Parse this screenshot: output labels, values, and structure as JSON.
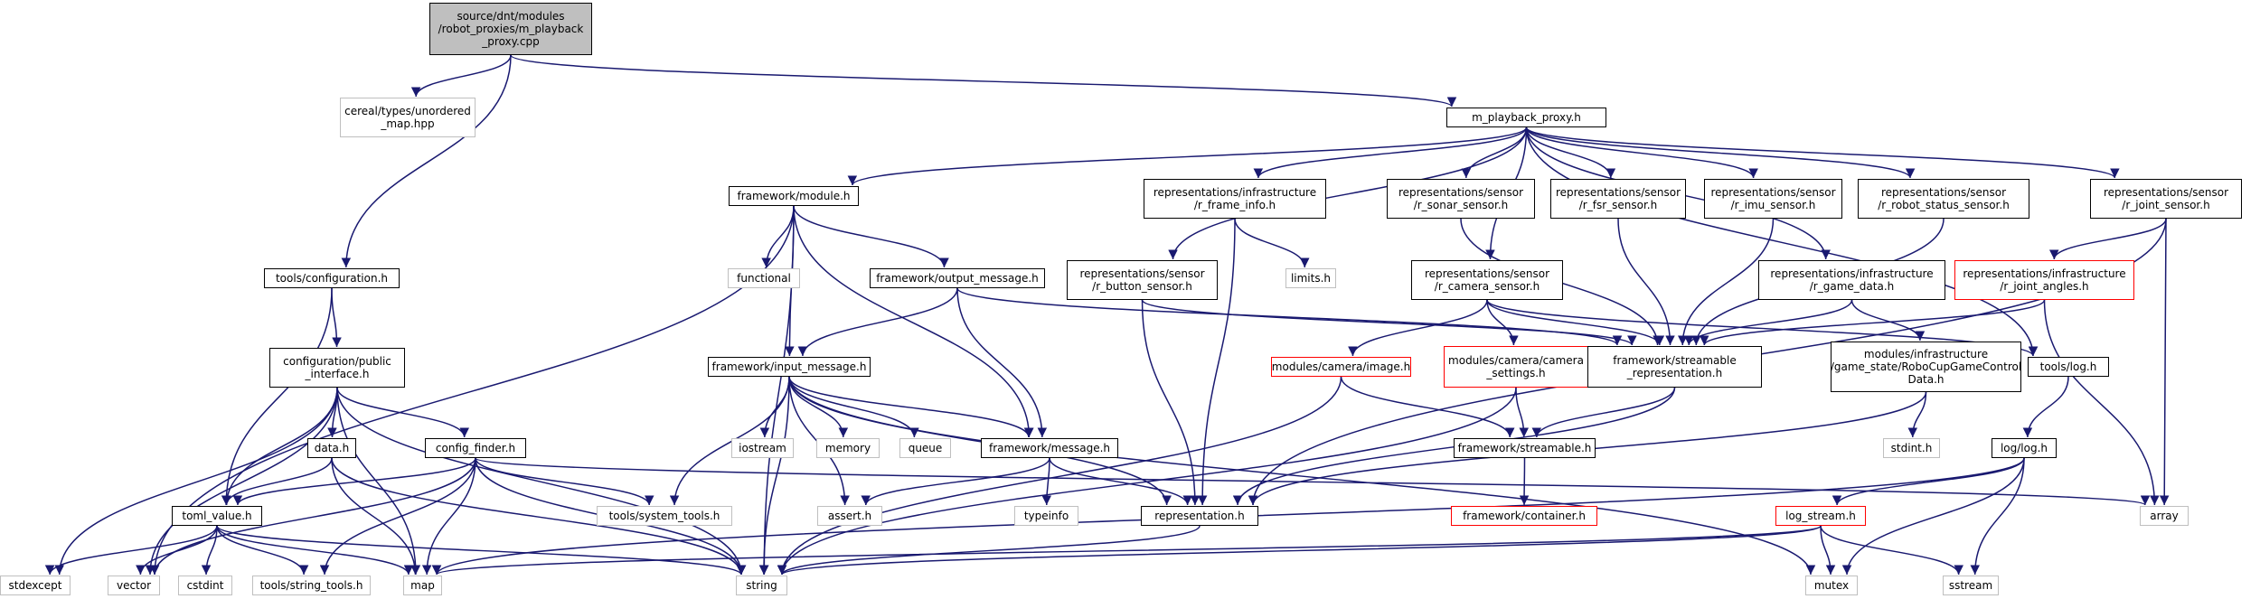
{
  "colors": {
    "edge": "#191970",
    "node_border": "#000000",
    "external_border": "#bfbfbf",
    "truncated_border": "#ff0000",
    "root_fill": "#bfbfbf",
    "background": "#ffffff"
  },
  "nodes": {
    "root": "source/dnt/modules\n/robot_proxies/m_playback\n_proxy.cpp",
    "cereal_map": "cereal/types/unordered\n_map.hpp",
    "m_playback_h": "m_playback_proxy.h",
    "module_h": "framework/module.h",
    "r_frame_info": "representations/infrastructure\n/r_frame_info.h",
    "r_sonar": "representations/sensor\n/r_sonar_sensor.h",
    "r_fsr": "representations/sensor\n/r_fsr_sensor.h",
    "r_imu": "representations/sensor\n/r_imu_sensor.h",
    "r_robot_status": "representations/sensor\n/r_robot_status_sensor.h",
    "r_joint": "representations/sensor\n/r_joint_sensor.h",
    "configuration_h": "tools/configuration.h",
    "functional": "functional",
    "output_message": "framework/output_message.h",
    "r_button": "representations/sensor\n/r_button_sensor.h",
    "limits": "limits.h",
    "r_camera": "representations/sensor\n/r_camera_sensor.h",
    "r_game_data": "representations/infrastructure\n/r_game_data.h",
    "r_joint_angles": "representations/infrastructure\n/r_joint_angles.h",
    "config_public": "configuration/public\n_interface.h",
    "input_message": "framework/input_message.h",
    "camera_image": "modules/camera/image.h",
    "camera_settings": "modules/camera/camera\n_settings.h",
    "streamable_repr": "framework/streamable\n_representation.h",
    "robocup_data": "modules/infrastructure\n/game_state/RoboCupGameControl\nData.h",
    "tools_log": "tools/log.h",
    "data_h": "data.h",
    "config_finder": "config_finder.h",
    "iostream": "iostream",
    "memory": "memory",
    "queue": "queue",
    "message_h": "framework/message.h",
    "streamable_h": "framework/streamable.h",
    "stdint_h": "stdint.h",
    "log_log": "log/log.h",
    "toml_value": "toml_value.h",
    "system_tools": "tools/system_tools.h",
    "assert_h": "assert.h",
    "typeinfo": "typeinfo",
    "representation_h": "representation.h",
    "container_h": "framework/container.h",
    "log_stream": "log_stream.h",
    "array": "array",
    "stdexcept": "stdexcept",
    "vector": "vector",
    "cstdint": "cstdint",
    "string_tools": "tools/string_tools.h",
    "map": "map",
    "string": "string",
    "mutex": "mutex",
    "sstream": "sstream"
  },
  "edges": [
    [
      "root",
      "cereal_map"
    ],
    [
      "root",
      "m_playback_h"
    ],
    [
      "root",
      "configuration_h"
    ],
    [
      "m_playback_h",
      "module_h"
    ],
    [
      "m_playback_h",
      "r_button"
    ],
    [
      "m_playback_h",
      "r_frame_info"
    ],
    [
      "m_playback_h",
      "r_sonar"
    ],
    [
      "m_playback_h",
      "r_fsr"
    ],
    [
      "m_playback_h",
      "r_imu"
    ],
    [
      "m_playback_h",
      "r_robot_status"
    ],
    [
      "m_playback_h",
      "r_joint"
    ],
    [
      "m_playback_h",
      "r_camera"
    ],
    [
      "m_playback_h",
      "r_game_data"
    ],
    [
      "m_playback_h",
      "tools_log"
    ],
    [
      "module_h",
      "functional"
    ],
    [
      "module_h",
      "output_message"
    ],
    [
      "module_h",
      "input_message"
    ],
    [
      "module_h",
      "message_h"
    ],
    [
      "module_h",
      "string"
    ],
    [
      "module_h",
      "vector"
    ],
    [
      "output_message",
      "input_message"
    ],
    [
      "output_message",
      "message_h"
    ],
    [
      "output_message",
      "streamable_repr"
    ],
    [
      "input_message",
      "iostream"
    ],
    [
      "input_message",
      "memory"
    ],
    [
      "input_message",
      "queue"
    ],
    [
      "input_message",
      "message_h"
    ],
    [
      "input_message",
      "representation_h"
    ],
    [
      "input_message",
      "string"
    ],
    [
      "input_message",
      "system_tools"
    ],
    [
      "input_message",
      "assert_h"
    ],
    [
      "input_message",
      "mutex"
    ],
    [
      "message_h",
      "assert_h"
    ],
    [
      "message_h",
      "typeinfo"
    ],
    [
      "message_h",
      "representation_h"
    ],
    [
      "r_frame_info",
      "limits"
    ],
    [
      "r_frame_info",
      "representation_h"
    ],
    [
      "r_button",
      "representation_h"
    ],
    [
      "r_button",
      "streamable_repr"
    ],
    [
      "r_sonar",
      "streamable_repr"
    ],
    [
      "r_fsr",
      "streamable_repr"
    ],
    [
      "r_imu",
      "streamable_repr"
    ],
    [
      "r_robot_status",
      "streamable_repr"
    ],
    [
      "r_joint",
      "r_joint_angles"
    ],
    [
      "r_joint",
      "array"
    ],
    [
      "r_joint",
      "representation_h"
    ],
    [
      "r_joint_angles",
      "streamable_repr"
    ],
    [
      "r_joint_angles",
      "array"
    ],
    [
      "r_camera",
      "camera_image"
    ],
    [
      "r_camera",
      "camera_settings"
    ],
    [
      "r_camera",
      "streamable_repr"
    ],
    [
      "r_camera",
      "tools_log"
    ],
    [
      "camera_image",
      "streamable_h"
    ],
    [
      "camera_image",
      "string"
    ],
    [
      "camera_settings",
      "streamable_h"
    ],
    [
      "camera_settings",
      "string"
    ],
    [
      "r_game_data",
      "streamable_repr"
    ],
    [
      "r_game_data",
      "robocup_data"
    ],
    [
      "robocup_data",
      "stdint_h"
    ],
    [
      "robocup_data",
      "representation_h"
    ],
    [
      "streamable_repr",
      "streamable_h"
    ],
    [
      "streamable_repr",
      "representation_h"
    ],
    [
      "streamable_h",
      "container_h"
    ],
    [
      "representation_h",
      "string"
    ],
    [
      "tools_log",
      "log_log"
    ],
    [
      "log_log",
      "log_stream"
    ],
    [
      "log_log",
      "mutex"
    ],
    [
      "log_log",
      "sstream"
    ],
    [
      "log_log",
      "map"
    ],
    [
      "log_stream",
      "map"
    ],
    [
      "log_stream",
      "string"
    ],
    [
      "log_stream",
      "mutex"
    ],
    [
      "log_stream",
      "sstream"
    ],
    [
      "configuration_h",
      "config_public"
    ],
    [
      "configuration_h",
      "toml_value"
    ],
    [
      "config_public",
      "data_h"
    ],
    [
      "config_public",
      "config_finder"
    ],
    [
      "config_public",
      "toml_value"
    ],
    [
      "config_public",
      "stdexcept"
    ],
    [
      "config_public",
      "vector"
    ],
    [
      "config_public",
      "map"
    ],
    [
      "config_public",
      "string"
    ],
    [
      "data_h",
      "toml_value"
    ],
    [
      "data_h",
      "map"
    ],
    [
      "data_h",
      "string"
    ],
    [
      "config_finder",
      "toml_value"
    ],
    [
      "config_finder",
      "system_tools"
    ],
    [
      "config_finder",
      "string_tools"
    ],
    [
      "config_finder",
      "string"
    ],
    [
      "config_finder",
      "vector"
    ],
    [
      "config_finder",
      "map"
    ],
    [
      "config_finder",
      "array"
    ],
    [
      "toml_value",
      "stdexcept"
    ],
    [
      "toml_value",
      "vector"
    ],
    [
      "toml_value",
      "cstdint"
    ],
    [
      "toml_value",
      "string_tools"
    ],
    [
      "toml_value",
      "map"
    ],
    [
      "toml_value",
      "string"
    ]
  ]
}
